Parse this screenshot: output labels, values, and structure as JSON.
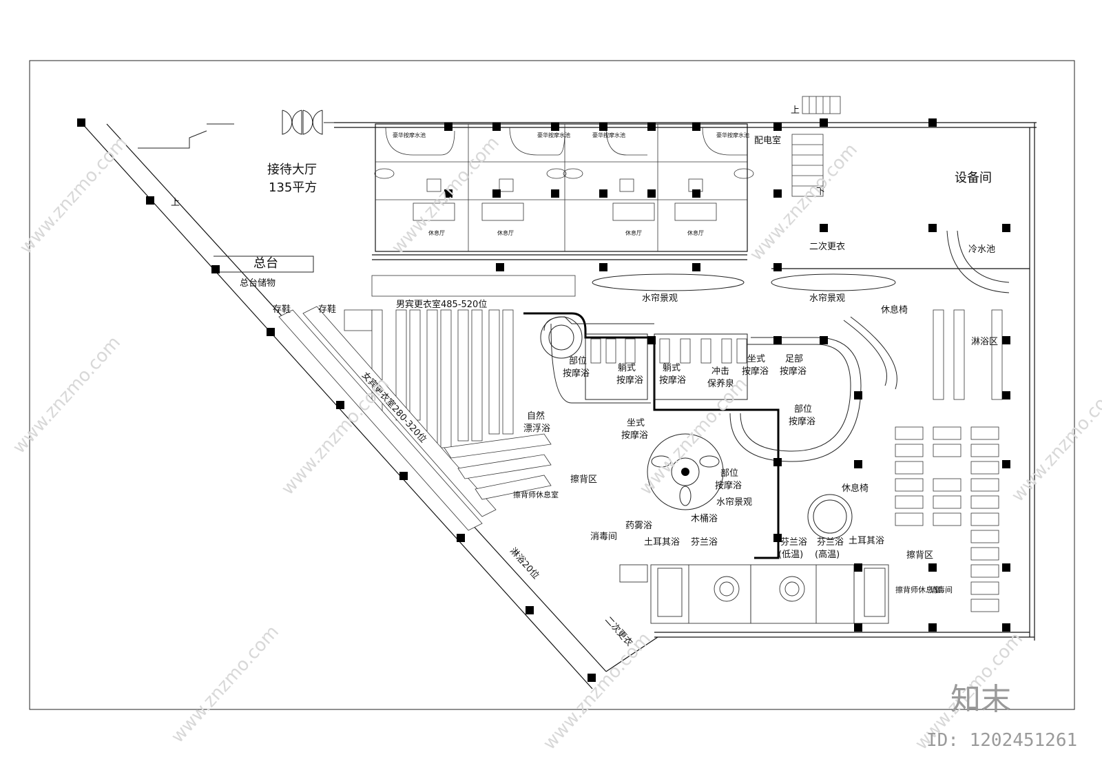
{
  "plan": {
    "labels": {
      "reception_hall": "接待大厅",
      "reception_area": "135平方",
      "stairs_up_left": "上",
      "front_desk": "总台",
      "front_desk_storage": "总台储物",
      "shoe_storage_1": "存鞋",
      "shoe_storage_2": "存鞋",
      "male_locker": "男宾更衣室485-520位",
      "female_locker": "女宾更衣室280-320位",
      "shower_20": "淋浴20位",
      "second_change_female": "二次更衣",
      "electrical_room": "配电室",
      "stairs_up_top": "上",
      "stairs_down": "下",
      "equipment_room": "设备间",
      "second_change": "二次更衣",
      "cold_pool": "冷水池",
      "water_curtain_1": "水帘景观",
      "water_curtain_2": "水帘景观",
      "water_curtain_3": "水帘景观",
      "rest_chair_1": "休息椅",
      "rest_chair_2": "休息椅",
      "shower_area": "淋浴区",
      "scrub_area_right": "擦背区",
      "scrub_rest_right": "擦背师休息室",
      "disinfect_right": "消毒间",
      "partial_massage_1a": "部位",
      "partial_massage_1b": "按摩浴",
      "lying_massage_1a": "躺式",
      "lying_massage_1b": "按摩浴",
      "lying_massage_2a": "躺式",
      "lying_massage_2b": "按摩浴",
      "impact_spring_a": "冲击",
      "impact_spring_b": "保养泉",
      "sitting_massage_1a": "坐式",
      "sitting_massage_1b": "按摩浴",
      "foot_massage_a": "足部",
      "foot_massage_b": "按摩浴",
      "partial_massage_2a": "部位",
      "partial_massage_2b": "按摩浴",
      "natural_float_a": "自然",
      "natural_float_b": "漂浮浴",
      "sitting_massage_2a": "坐式",
      "sitting_massage_2b": "按摩浴",
      "partial_massage_3a": "部位",
      "partial_massage_3b": "按摩浴",
      "scrub_area_left": "擦背区",
      "scrub_rest_left": "擦背师休息室",
      "disinfect_left": "消毒间",
      "herbal_steam": "药雾浴",
      "turkish_1": "土耳其浴",
      "finnish_1": "芬兰浴",
      "wooden_barrel": "木桶浴",
      "finnish_low_a": "芬兰浴",
      "finnish_low_b": "(低温)",
      "finnish_high_a": "芬兰浴",
      "finnish_high_b": "(高温)",
      "turkish_2": "土耳其浴",
      "vip_rest": "休息厅",
      "vip_pool": "豪华按摩水池"
    },
    "watermark": {
      "site": "www.znzmo.com",
      "brand": "知末",
      "id": "ID: 1202451261"
    }
  }
}
